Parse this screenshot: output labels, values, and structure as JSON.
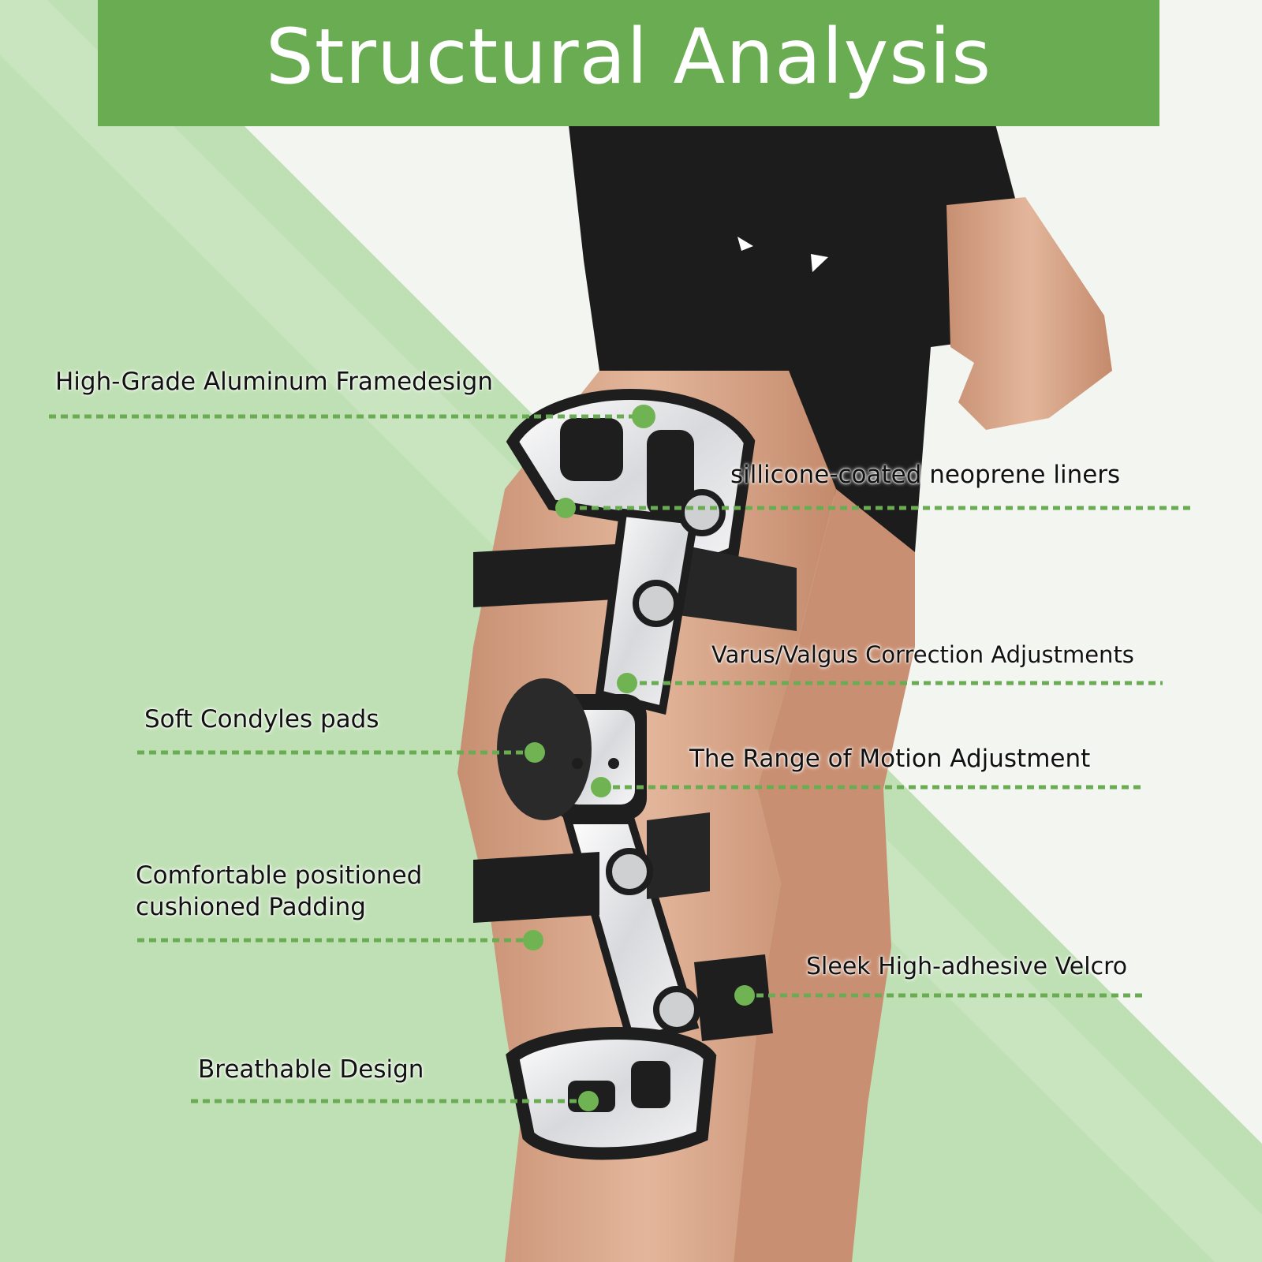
{
  "header": {
    "title": "Structural Analysis"
  },
  "callouts": [
    {
      "id": "frame",
      "label": "High-Grade Aluminum Framedesign"
    },
    {
      "id": "liners",
      "label": "sillicone-coated neoprene liners"
    },
    {
      "id": "varus",
      "label": "Varus/Valgus Correction Adjustments"
    },
    {
      "id": "condyles",
      "label": "Soft Condyles pads"
    },
    {
      "id": "rom",
      "label": "The Range of Motion Adjustment"
    },
    {
      "id": "padding_line1",
      "label": "Comfortable positioned"
    },
    {
      "id": "padding_line2",
      "label": "cushioned Padding"
    },
    {
      "id": "velcro",
      "label": "Sleek High-adhesive Velcro"
    },
    {
      "id": "breathable",
      "label": "Breathable Design"
    }
  ],
  "colors": {
    "accent_green": "#6aac52",
    "dot_green": "#6fb352",
    "light_green_bg": "#bfe0b4",
    "paper_bg": "#f3f5f0",
    "skin": "#d9a98c",
    "shorts": "#1c1c1c",
    "brace_silver": "#e9eaec",
    "brace_black": "#1e1e1e"
  }
}
